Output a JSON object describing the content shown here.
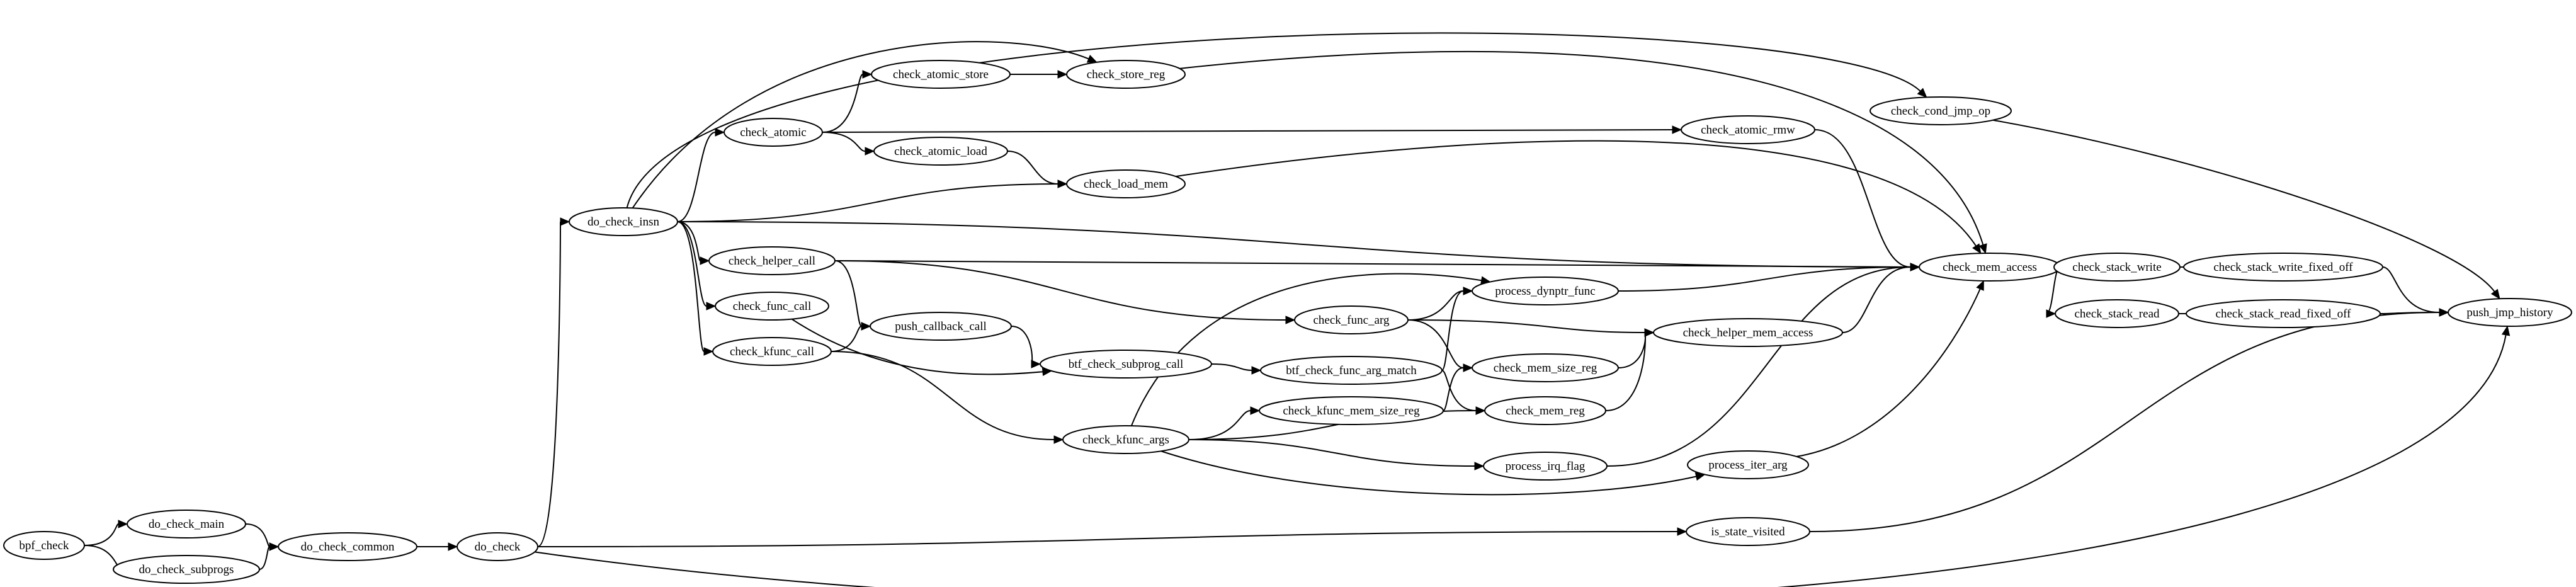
{
  "graph": {
    "colors": {
      "stroke": "#000000",
      "background": "#ffffff",
      "node_fill": "#ffffff"
    },
    "nodes": [
      {
        "id": "bpf_check",
        "label": "bpf_check"
      },
      {
        "id": "do_check_main",
        "label": "do_check_main"
      },
      {
        "id": "do_check_subprogs",
        "label": "do_check_subprogs"
      },
      {
        "id": "do_check_common",
        "label": "do_check_common"
      },
      {
        "id": "do_check",
        "label": "do_check"
      },
      {
        "id": "do_check_insn",
        "label": "do_check_insn"
      },
      {
        "id": "check_atomic",
        "label": "check_atomic"
      },
      {
        "id": "check_helper_call",
        "label": "check_helper_call"
      },
      {
        "id": "check_func_call",
        "label": "check_func_call"
      },
      {
        "id": "check_kfunc_call",
        "label": "check_kfunc_call"
      },
      {
        "id": "check_atomic_store",
        "label": "check_atomic_store"
      },
      {
        "id": "check_atomic_load",
        "label": "check_atomic_load"
      },
      {
        "id": "push_callback_call",
        "label": "push_callback_call"
      },
      {
        "id": "check_store_reg",
        "label": "check_store_reg"
      },
      {
        "id": "check_load_mem",
        "label": "check_load_mem"
      },
      {
        "id": "btf_check_subprog_call",
        "label": "btf_check_subprog_call"
      },
      {
        "id": "check_kfunc_args",
        "label": "check_kfunc_args"
      },
      {
        "id": "check_func_arg",
        "label": "check_func_arg"
      },
      {
        "id": "btf_check_func_arg_match",
        "label": "btf_check_func_arg_match"
      },
      {
        "id": "check_kfunc_mem_size_reg",
        "label": "check_kfunc_mem_size_reg"
      },
      {
        "id": "process_dynptr_func",
        "label": "process_dynptr_func"
      },
      {
        "id": "check_mem_size_reg",
        "label": "check_mem_size_reg"
      },
      {
        "id": "check_mem_reg",
        "label": "check_mem_reg"
      },
      {
        "id": "process_irq_flag",
        "label": "process_irq_flag"
      },
      {
        "id": "check_atomic_rmw",
        "label": "check_atomic_rmw"
      },
      {
        "id": "check_helper_mem_access",
        "label": "check_helper_mem_access"
      },
      {
        "id": "process_iter_arg",
        "label": "process_iter_arg"
      },
      {
        "id": "is_state_visited",
        "label": "is_state_visited"
      },
      {
        "id": "check_cond_jmp_op",
        "label": "check_cond_jmp_op"
      },
      {
        "id": "check_mem_access",
        "label": "check_mem_access"
      },
      {
        "id": "check_stack_write",
        "label": "check_stack_write"
      },
      {
        "id": "check_stack_read",
        "label": "check_stack_read"
      },
      {
        "id": "check_stack_write_fixed_off",
        "label": "check_stack_write_fixed_off"
      },
      {
        "id": "check_stack_read_fixed_off",
        "label": "check_stack_read_fixed_off"
      },
      {
        "id": "push_jmp_history",
        "label": "push_jmp_history"
      }
    ],
    "edges": [
      {
        "from": "bpf_check",
        "to": "do_check_main"
      },
      {
        "from": "bpf_check",
        "to": "do_check_subprogs"
      },
      {
        "from": "do_check_main",
        "to": "do_check_common"
      },
      {
        "from": "do_check_subprogs",
        "to": "do_check_common"
      },
      {
        "from": "do_check_common",
        "to": "do_check"
      },
      {
        "from": "do_check",
        "to": "do_check_insn"
      },
      {
        "from": "do_check",
        "to": "is_state_visited"
      },
      {
        "from": "do_check",
        "to": "push_jmp_history"
      },
      {
        "from": "do_check_insn",
        "to": "check_cond_jmp_op"
      },
      {
        "from": "do_check_insn",
        "to": "check_store_reg"
      },
      {
        "from": "do_check_insn",
        "to": "check_atomic"
      },
      {
        "from": "do_check_insn",
        "to": "check_load_mem"
      },
      {
        "from": "do_check_insn",
        "to": "check_mem_access"
      },
      {
        "from": "do_check_insn",
        "to": "check_helper_call"
      },
      {
        "from": "do_check_insn",
        "to": "check_func_call"
      },
      {
        "from": "do_check_insn",
        "to": "check_kfunc_call"
      },
      {
        "from": "check_atomic",
        "to": "check_atomic_store"
      },
      {
        "from": "check_atomic",
        "to": "check_atomic_rmw"
      },
      {
        "from": "check_atomic",
        "to": "check_atomic_load"
      },
      {
        "from": "check_atomic_store",
        "to": "check_store_reg"
      },
      {
        "from": "check_atomic_load",
        "to": "check_load_mem"
      },
      {
        "from": "check_store_reg",
        "to": "check_mem_access"
      },
      {
        "from": "check_load_mem",
        "to": "check_mem_access"
      },
      {
        "from": "check_atomic_rmw",
        "to": "check_mem_access"
      },
      {
        "from": "check_helper_call",
        "to": "check_mem_access"
      },
      {
        "from": "check_helper_call",
        "to": "check_func_arg"
      },
      {
        "from": "check_helper_call",
        "to": "push_callback_call"
      },
      {
        "from": "check_func_call",
        "to": "btf_check_subprog_call"
      },
      {
        "from": "check_kfunc_call",
        "to": "push_callback_call"
      },
      {
        "from": "check_kfunc_call",
        "to": "check_kfunc_args"
      },
      {
        "from": "push_callback_call",
        "to": "btf_check_subprog_call"
      },
      {
        "from": "btf_check_subprog_call",
        "to": "btf_check_func_arg_match"
      },
      {
        "from": "check_func_arg",
        "to": "process_dynptr_func"
      },
      {
        "from": "check_func_arg",
        "to": "check_helper_mem_access"
      },
      {
        "from": "check_func_arg",
        "to": "check_mem_size_reg"
      },
      {
        "from": "btf_check_func_arg_match",
        "to": "process_dynptr_func"
      },
      {
        "from": "btf_check_func_arg_match",
        "to": "check_mem_reg"
      },
      {
        "from": "check_kfunc_args",
        "to": "process_dynptr_func"
      },
      {
        "from": "check_kfunc_args",
        "to": "check_kfunc_mem_size_reg"
      },
      {
        "from": "check_kfunc_args",
        "to": "check_mem_reg"
      },
      {
        "from": "check_kfunc_args",
        "to": "process_irq_flag"
      },
      {
        "from": "check_kfunc_args",
        "to": "process_iter_arg"
      },
      {
        "from": "check_kfunc_mem_size_reg",
        "to": "check_mem_size_reg"
      },
      {
        "from": "process_dynptr_func",
        "to": "check_mem_access"
      },
      {
        "from": "check_mem_size_reg",
        "to": "check_helper_mem_access"
      },
      {
        "from": "check_mem_reg",
        "to": "check_helper_mem_access"
      },
      {
        "from": "check_helper_mem_access",
        "to": "check_mem_access"
      },
      {
        "from": "process_irq_flag",
        "to": "check_mem_access"
      },
      {
        "from": "process_iter_arg",
        "to": "check_mem_access"
      },
      {
        "from": "check_mem_access",
        "to": "check_stack_write"
      },
      {
        "from": "check_mem_access",
        "to": "check_stack_read"
      },
      {
        "from": "check_stack_write",
        "to": "check_stack_write_fixed_off"
      },
      {
        "from": "check_stack_read",
        "to": "check_stack_read_fixed_off"
      },
      {
        "from": "check_stack_write_fixed_off",
        "to": "push_jmp_history"
      },
      {
        "from": "check_stack_read_fixed_off",
        "to": "push_jmp_history"
      },
      {
        "from": "check_cond_jmp_op",
        "to": "push_jmp_history"
      },
      {
        "from": "is_state_visited",
        "to": "push_jmp_history"
      }
    ]
  }
}
